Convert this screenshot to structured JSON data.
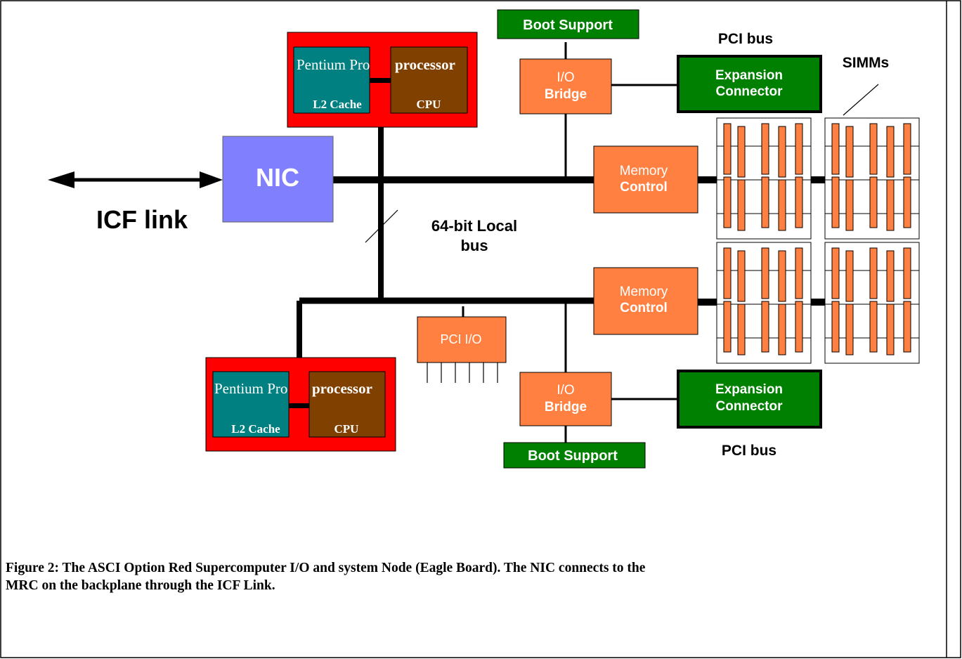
{
  "diagram": {
    "icf_link_label": "ICF link",
    "nic_label": "NIC",
    "local_bus_label_line1": "64-bit Local",
    "local_bus_label_line2": "bus",
    "simms_label": "SIMMs",
    "top": {
      "boot_support": "Boot Support",
      "pci_bus": "PCI bus",
      "io_bridge_line1": "I/O",
      "io_bridge_line2": "Bridge",
      "expansion_line1": "Expansion",
      "expansion_line2": "Connector",
      "memory_control_line1": "Memory",
      "memory_control_line2": "Control",
      "processor": {
        "pentium_pro": "Pentium Pro",
        "processor": "processor",
        "l2_cache": "L2 Cache",
        "cpu": "CPU"
      }
    },
    "bottom": {
      "boot_support": "Boot Support",
      "pci_bus": "PCI bus",
      "io_bridge_line1": "I/O",
      "io_bridge_line2": "Bridge",
      "expansion_line1": "Expansion",
      "expansion_line2": "Connector",
      "memory_control_line1": "Memory",
      "memory_control_line2": "Control",
      "pci_io": "PCI I/O",
      "processor": {
        "pentium_pro": "Pentium Pro",
        "processor": "processor",
        "l2_cache": "L2 Cache",
        "cpu": "CPU"
      }
    },
    "colors": {
      "red": "#ff0000",
      "teal": "#008080",
      "brown": "#804000",
      "orange": "#ff8040",
      "green": "#008000",
      "nic": "#8080ff"
    }
  },
  "caption": {
    "line1": "Figure 2: The ASCI Option Red Supercomputer I/O and system Node (Eagle Board). The NIC connects to the",
    "line2": "MRC on the backplane through the ICF Link."
  }
}
